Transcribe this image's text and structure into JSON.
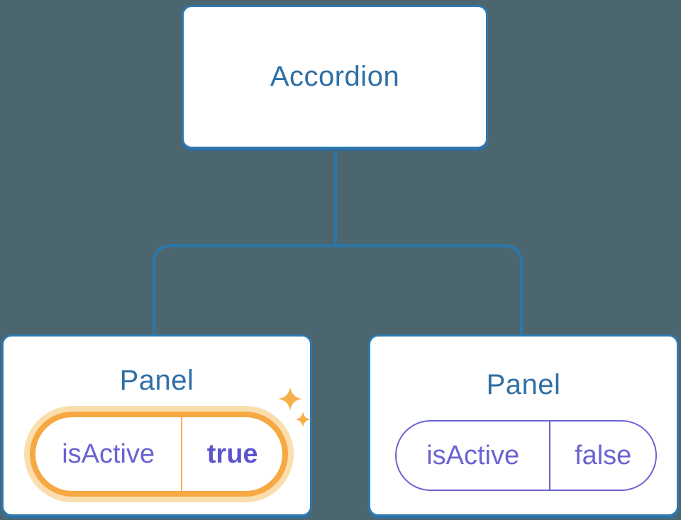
{
  "diagram": {
    "root": {
      "label": "Accordion"
    },
    "children": [
      {
        "title": "Panel",
        "state": {
          "key": "isActive",
          "value": "true",
          "highlighted": true
        }
      },
      {
        "title": "Panel",
        "state": {
          "key": "isActive",
          "value": "false",
          "highlighted": false
        }
      }
    ]
  },
  "colors": {
    "background": "#4c6670",
    "node_fill": "#ffffff",
    "node_border": "#2d79af",
    "node_shadow": "#316e9f",
    "connector": "#2878ad",
    "node_label": "#2f6fa4",
    "state_text": "#6a63d4",
    "state_value_bold": "#5b55cd",
    "highlight_border": "#f6a843",
    "highlight_glow": "#fbdeae",
    "sparkle": "#f5b04a"
  }
}
